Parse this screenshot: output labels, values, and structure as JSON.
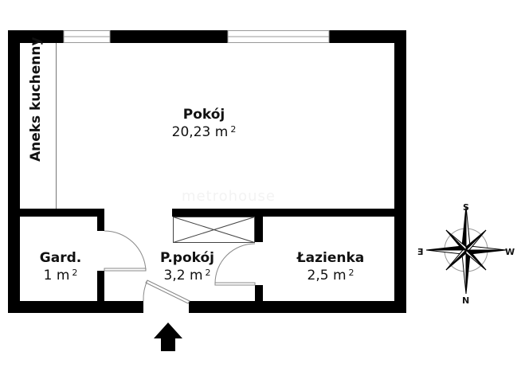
{
  "plan": {
    "watermark": "metrohouse",
    "rooms": [
      {
        "id": "pokoj",
        "name": "Pokój",
        "area": "20,23 m",
        "unit_exp": "2"
      },
      {
        "id": "aneks",
        "name": "Aneks kuchenny"
      },
      {
        "id": "gard",
        "name": "Gard.",
        "area": "1 m",
        "unit_exp": "2"
      },
      {
        "id": "ppokoj",
        "name": "P.pokój",
        "area": "3,2 m",
        "unit_exp": "2"
      },
      {
        "id": "lazienka",
        "name": "Łazienka",
        "area": "2,5 m",
        "unit_exp": "2"
      }
    ],
    "entrance_arrow": "entrance",
    "compass": {
      "top": "S",
      "bottom": "N",
      "left": "E",
      "right": "W"
    },
    "colors": {
      "wall": "#000000",
      "line": "#555555",
      "background": "#ffffff"
    }
  }
}
